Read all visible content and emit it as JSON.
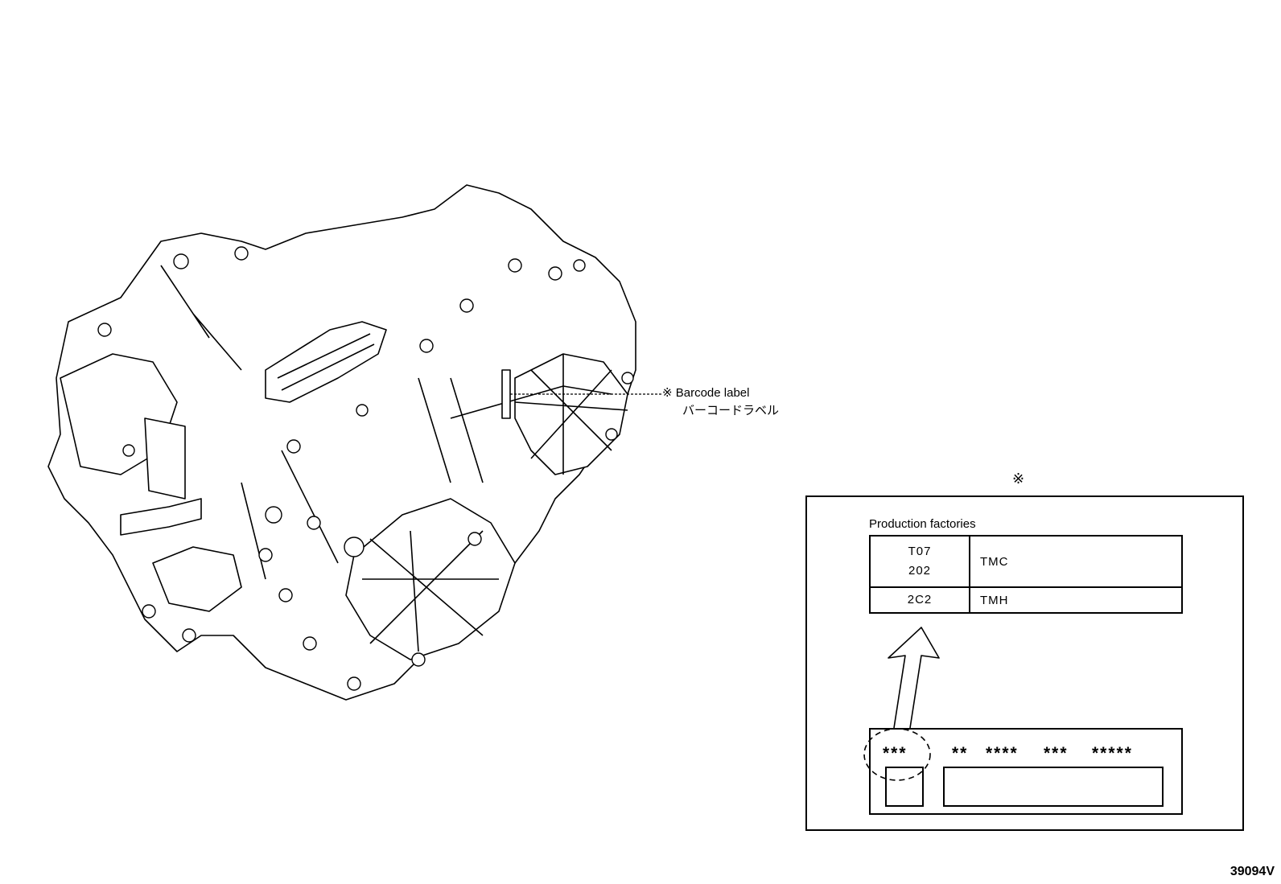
{
  "callout": {
    "marker": "※",
    "label_en": "Barcode label",
    "label_ja": "バーコードラベル"
  },
  "detail": {
    "marker": "※",
    "title": "Production factories",
    "rows": [
      {
        "codes": [
          "T07",
          "202"
        ],
        "name": "TMC"
      },
      {
        "codes": [
          "2C2"
        ],
        "name": "TMH"
      }
    ],
    "label_fields": [
      "***",
      "**",
      "****",
      "***",
      "*****"
    ]
  },
  "figure_code": "39094V"
}
